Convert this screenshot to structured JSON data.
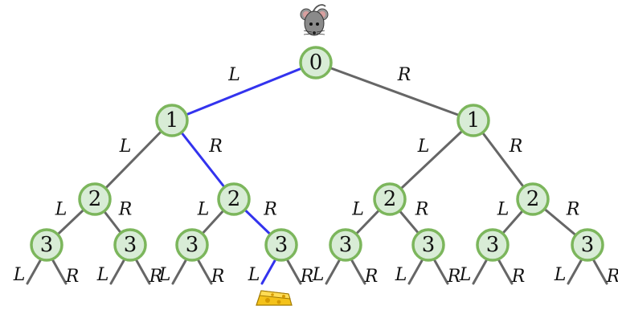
{
  "colors": {
    "edge": "#666666",
    "path": "#3333ee",
    "node_fill": "#d8ecd6",
    "node_stroke": "#7cb65c"
  },
  "icons": {
    "top": "mouse-icon",
    "bottom": "cheese-icon"
  },
  "tree": {
    "depth_labels": [
      "0",
      "1",
      "2",
      "3"
    ],
    "branch_left": "L",
    "branch_right": "R",
    "highlighted_path": [
      "L",
      "R",
      "R",
      "L"
    ]
  }
}
